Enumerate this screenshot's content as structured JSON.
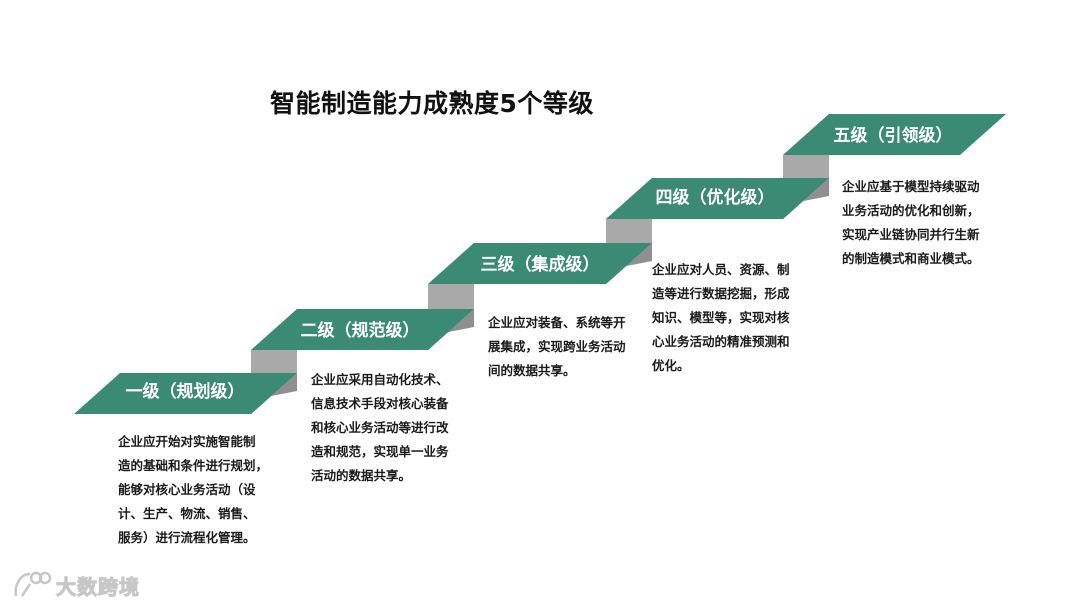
{
  "title": "智能制造能力成熟度5个等级",
  "levels": [
    {
      "label": "一级（规划级）",
      "description": "企业应开始对实施智能制\n造的基础和条件进行规划，\n能够对核心业务活动（设\n计、生产、物流、销售、\n服务）进行流程化管理。"
    },
    {
      "label": "二级（规范级）",
      "description": "企业应采用自动化技术、\n信息技术手段对核心装备\n和核心业务活动等进行改\n造和规范，实现单一业务\n活动的数据共享。"
    },
    {
      "label": "三级（集成级）",
      "description": "企业应对装备、系统等开\n展集成，实现跨业务活动\n间的数据共享。"
    },
    {
      "label": "四级（优化级）",
      "description": "企业应对人员、资源、制\n造等进行数据挖掘，形成\n知识、模型等，实现对核\n心业务活动的精准预测和\n优化。"
    },
    {
      "label": "五级（引领级）",
      "description": "企业应基于模型持续驱动\n业务活动的优化和创新，\n实现产业链协同并行生新\n的制造模式和商业模式。"
    }
  ],
  "watermark": {
    "text": "大数跨境"
  },
  "colors": {
    "step": "#3a8a74",
    "riser": "#a9a9a9",
    "riser_dark": "#8f8f8f"
  }
}
